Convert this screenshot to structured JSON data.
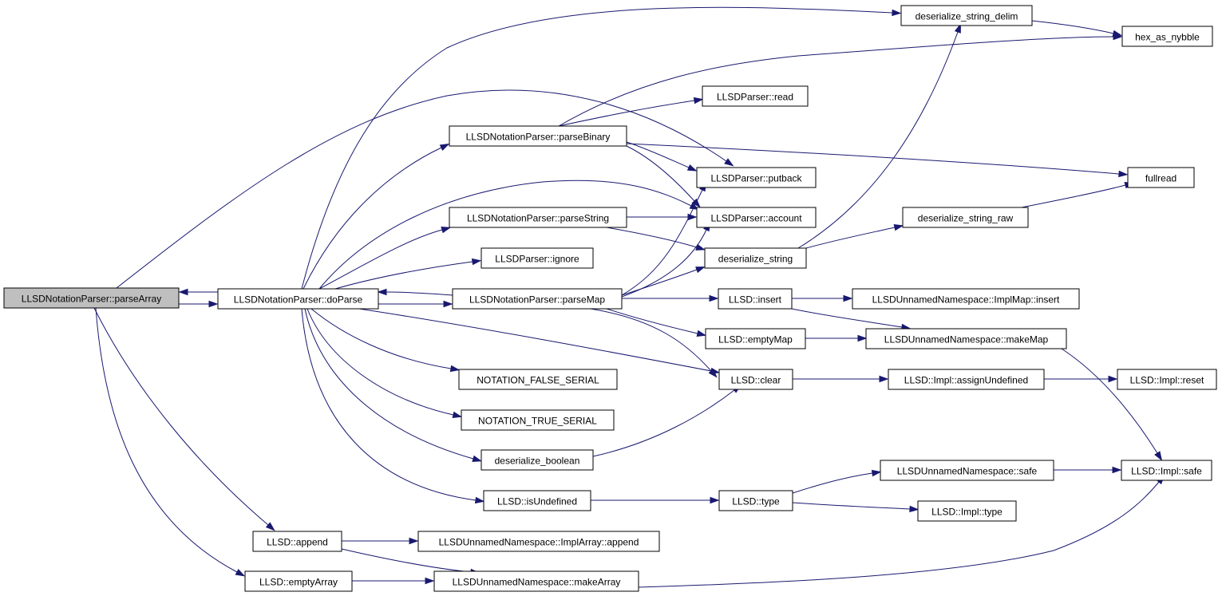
{
  "graph": {
    "edge_color": "#191970",
    "root_fill": "#bfbfbf",
    "nodes": [
      {
        "id": "parseArray",
        "label": "LLSDNotationParser::parseArray",
        "root": true
      },
      {
        "id": "doParse",
        "label": "LLSDNotationParser::doParse"
      },
      {
        "id": "deserialize_string_delim",
        "label": "deserialize_string_delim"
      },
      {
        "id": "hex_as_nybble",
        "label": "hex_as_nybble"
      },
      {
        "id": "read",
        "label": "LLSDParser::read"
      },
      {
        "id": "parseBinary",
        "label": "LLSDNotationParser::parseBinary"
      },
      {
        "id": "putback",
        "label": "LLSDParser::putback"
      },
      {
        "id": "fullread",
        "label": "fullread"
      },
      {
        "id": "parseString",
        "label": "LLSDNotationParser::parseString"
      },
      {
        "id": "account",
        "label": "LLSDParser::account"
      },
      {
        "id": "deserialize_string_raw",
        "label": "deserialize_string_raw"
      },
      {
        "id": "ignore",
        "label": "LLSDParser::ignore"
      },
      {
        "id": "deserialize_string",
        "label": "deserialize_string"
      },
      {
        "id": "parseMap",
        "label": "LLSDNotationParser::parseMap"
      },
      {
        "id": "insert",
        "label": "LLSD::insert"
      },
      {
        "id": "implmap_insert",
        "label": "LLSDUnnamedNamespace::ImplMap::insert"
      },
      {
        "id": "emptyMap",
        "label": "LLSD::emptyMap"
      },
      {
        "id": "makeMap",
        "label": "LLSDUnnamedNamespace::makeMap"
      },
      {
        "id": "false_serial",
        "label": "NOTATION_FALSE_SERIAL"
      },
      {
        "id": "clear",
        "label": "LLSD::clear"
      },
      {
        "id": "assignUndefined",
        "label": "LLSD::Impl::assignUndefined"
      },
      {
        "id": "impl_reset",
        "label": "LLSD::Impl::reset"
      },
      {
        "id": "true_serial",
        "label": "NOTATION_TRUE_SERIAL"
      },
      {
        "id": "deserialize_boolean",
        "label": "deserialize_boolean"
      },
      {
        "id": "unnamed_safe",
        "label": "LLSDUnnamedNamespace::safe"
      },
      {
        "id": "impl_safe",
        "label": "LLSD::Impl::safe"
      },
      {
        "id": "isUndefined",
        "label": "LLSD::isUndefined"
      },
      {
        "id": "llsd_type",
        "label": "LLSD::type"
      },
      {
        "id": "impl_type",
        "label": "LLSD::Impl::type"
      },
      {
        "id": "append",
        "label": "LLSD::append"
      },
      {
        "id": "implarray_append",
        "label": "LLSDUnnamedNamespace::ImplArray::append"
      },
      {
        "id": "emptyArray",
        "label": "LLSD::emptyArray"
      },
      {
        "id": "makeArray",
        "label": "LLSDUnnamedNamespace::makeArray"
      }
    ],
    "edges": [
      {
        "from": "parseArray",
        "to": "doParse"
      },
      {
        "from": "doParse",
        "to": "parseArray"
      },
      {
        "from": "parseArray",
        "to": "putback"
      },
      {
        "from": "parseArray",
        "to": "append"
      },
      {
        "from": "parseArray",
        "to": "emptyArray"
      },
      {
        "from": "doParse",
        "to": "deserialize_string_delim"
      },
      {
        "from": "doParse",
        "to": "parseBinary"
      },
      {
        "from": "doParse",
        "to": "account"
      },
      {
        "from": "doParse",
        "to": "parseString"
      },
      {
        "from": "doParse",
        "to": "ignore"
      },
      {
        "from": "doParse",
        "to": "parseMap"
      },
      {
        "from": "parseMap",
        "to": "doParse"
      },
      {
        "from": "doParse",
        "to": "clear"
      },
      {
        "from": "doParse",
        "to": "false_serial"
      },
      {
        "from": "doParse",
        "to": "true_serial"
      },
      {
        "from": "doParse",
        "to": "deserialize_boolean"
      },
      {
        "from": "doParse",
        "to": "isUndefined"
      },
      {
        "from": "deserialize_string_delim",
        "to": "hex_as_nybble"
      },
      {
        "from": "parseBinary",
        "to": "hex_as_nybble"
      },
      {
        "from": "parseBinary",
        "to": "read"
      },
      {
        "from": "parseBinary",
        "to": "putback"
      },
      {
        "from": "parseBinary",
        "to": "fullread"
      },
      {
        "from": "parseBinary",
        "to": "account"
      },
      {
        "from": "parseString",
        "to": "account"
      },
      {
        "from": "parseString",
        "to": "deserialize_string"
      },
      {
        "from": "parseMap",
        "to": "putback"
      },
      {
        "from": "parseMap",
        "to": "account"
      },
      {
        "from": "parseMap",
        "to": "deserialize_string"
      },
      {
        "from": "parseMap",
        "to": "insert"
      },
      {
        "from": "parseMap",
        "to": "emptyMap"
      },
      {
        "from": "parseMap",
        "to": "clear"
      },
      {
        "from": "deserialize_string",
        "to": "deserialize_string_delim"
      },
      {
        "from": "deserialize_string",
        "to": "deserialize_string_raw"
      },
      {
        "from": "deserialize_string_raw",
        "to": "fullread"
      },
      {
        "from": "insert",
        "to": "implmap_insert"
      },
      {
        "from": "insert",
        "to": "makeMap"
      },
      {
        "from": "emptyMap",
        "to": "makeMap"
      },
      {
        "from": "makeMap",
        "to": "impl_safe"
      },
      {
        "from": "clear",
        "to": "assignUndefined"
      },
      {
        "from": "assignUndefined",
        "to": "impl_reset"
      },
      {
        "from": "deserialize_boolean",
        "to": "clear"
      },
      {
        "from": "isUndefined",
        "to": "llsd_type"
      },
      {
        "from": "llsd_type",
        "to": "unnamed_safe"
      },
      {
        "from": "llsd_type",
        "to": "impl_type"
      },
      {
        "from": "unnamed_safe",
        "to": "impl_safe"
      },
      {
        "from": "append",
        "to": "implarray_append"
      },
      {
        "from": "append",
        "to": "makeArray"
      },
      {
        "from": "emptyArray",
        "to": "makeArray"
      },
      {
        "from": "makeArray",
        "to": "impl_safe"
      }
    ]
  }
}
